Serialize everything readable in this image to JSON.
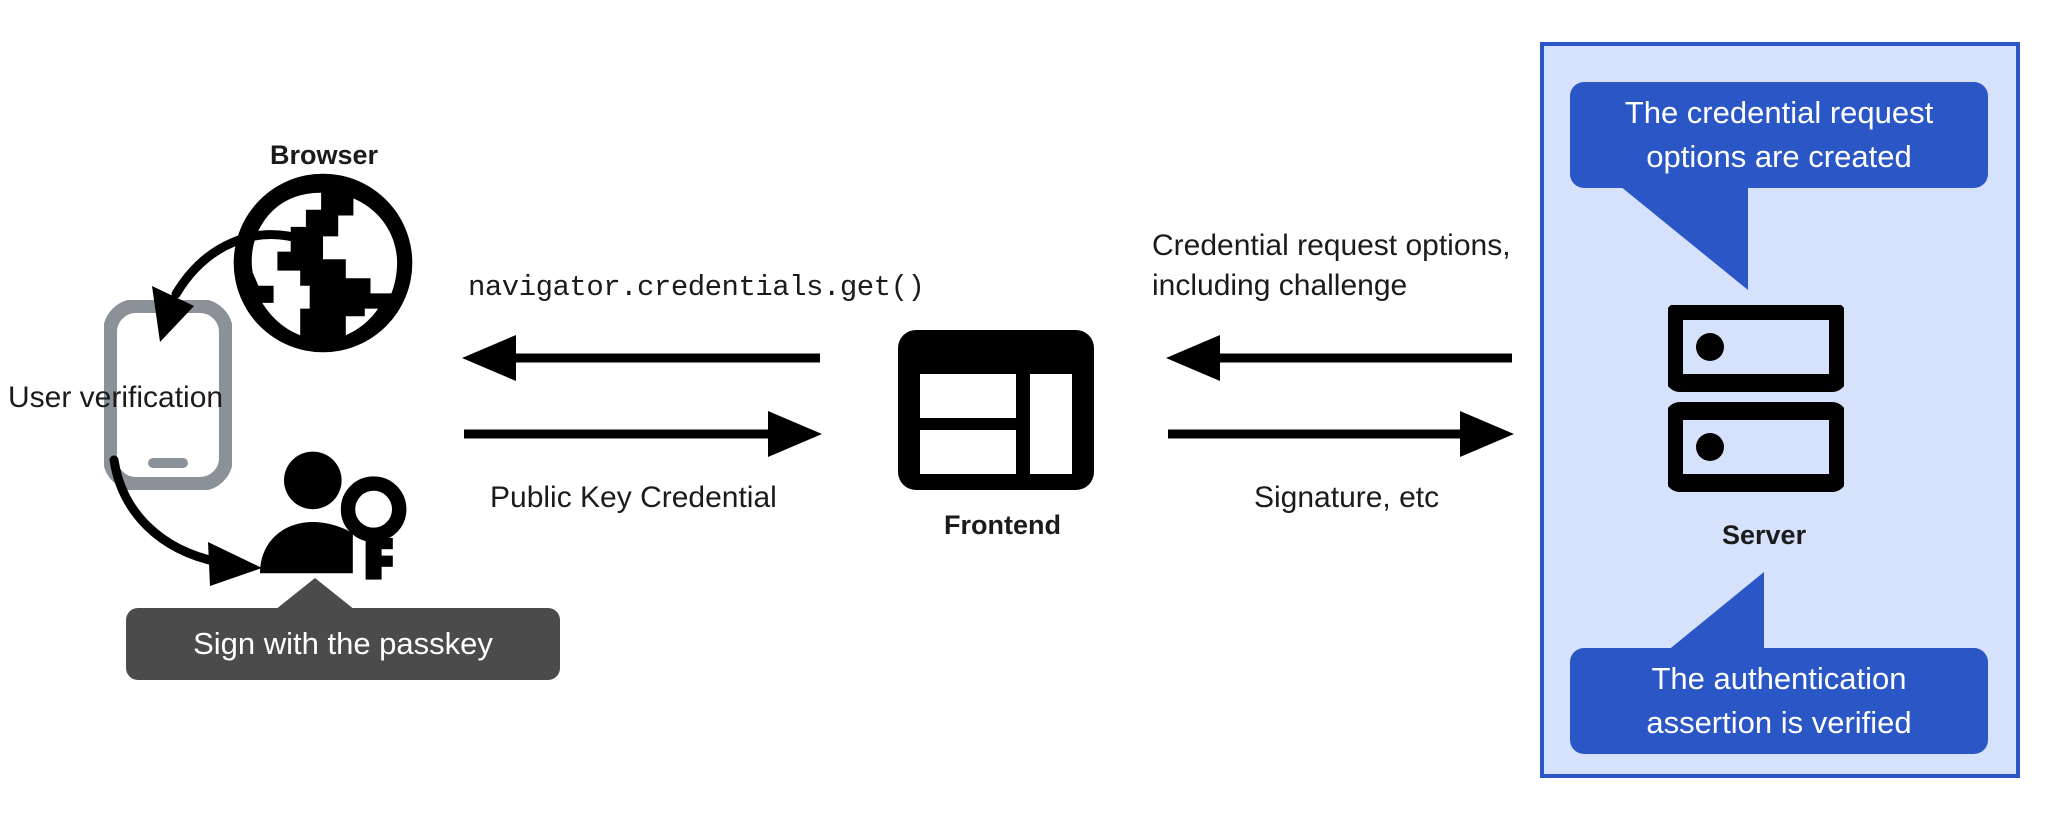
{
  "diagram": {
    "title": "WebAuthn passkey authentication flow",
    "colors": {
      "panel_fill": "#d6e2fb",
      "panel_border": "#2a56c6",
      "callout_fill": "#2a56c6",
      "callout_text": "#ffffff",
      "tooltip_fill": "#4b4b4b",
      "tooltip_text": "#ffffff",
      "ink": "#1b1b1b",
      "phone_gray": "#8b9199",
      "background": "#ffffff"
    }
  },
  "browser": {
    "title": "Browser",
    "icon": "globe-icon"
  },
  "phone": {
    "icon": "phone-icon",
    "caption": "User verification"
  },
  "user": {
    "icon": "person-with-key-icon",
    "tooltip": "Sign with the passkey"
  },
  "frontend": {
    "title": "Frontend",
    "icon": "window-layout-icon"
  },
  "server": {
    "title": "Server",
    "icon": "server-racks-icon",
    "callout_top": "The credential request\noptions are created",
    "callout_bottom": "The authentication\nassertion is verified"
  },
  "flows": {
    "browser_to_frontend_label": "navigator.credentials.get()",
    "frontend_to_browser_label": "Public Key Credential",
    "server_to_frontend_label": "Credential request options,\nincluding challenge",
    "frontend_to_server_label": "Signature, etc"
  },
  "arrows": {
    "left_top_direction": "left",
    "left_bottom_direction": "right",
    "right_top_direction": "left",
    "right_bottom_direction": "right"
  }
}
